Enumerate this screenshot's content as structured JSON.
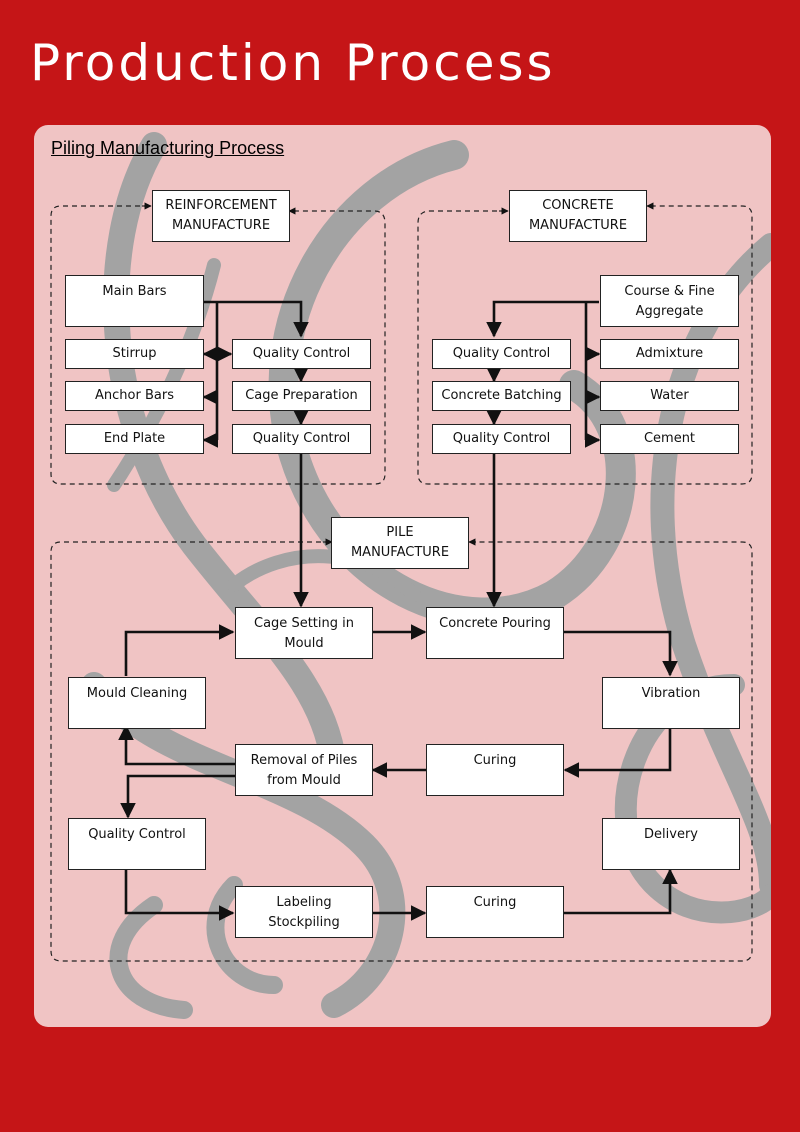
{
  "page": {
    "title": "Production Process",
    "subtitle": "Piling Manufacturing Process",
    "colors": {
      "background": "#c51517",
      "panel": "#f0c4c4",
      "decor": "#a3a3a3",
      "box": "#ffffff",
      "line": "#111111"
    }
  },
  "diagram": {
    "sections": {
      "reinforcement": "REINFORCEMENT\nMANUFACTURE",
      "concrete": "CONCRETE\nMANUFACTURE",
      "pile": "PILE\nMANUFACTURE"
    },
    "reinforcement_inputs": [
      "Main Bars",
      "Stirrup",
      "Anchor Bars",
      "End Plate"
    ],
    "reinforcement_steps": [
      "Quality Control",
      "Cage Preparation",
      "Quality Control"
    ],
    "concrete_inputs": [
      "Course & Fine\nAggregate",
      "Admixture",
      "Water",
      "Cement"
    ],
    "concrete_steps": [
      "Quality Control",
      "Concrete Batching",
      "Quality Control"
    ],
    "pile_steps": {
      "cage_setting": "Cage Setting in\nMould",
      "concrete_pouring": "Concrete Pouring",
      "vibration": "Vibration",
      "curing_1": "Curing",
      "removal": "Removal of Piles\nfrom Mould",
      "mould_cleaning": "Mould Cleaning",
      "quality_control": "Quality Control",
      "labeling": "Labeling\nStockpiling",
      "curing_2": "Curing",
      "delivery": "Delivery"
    }
  }
}
